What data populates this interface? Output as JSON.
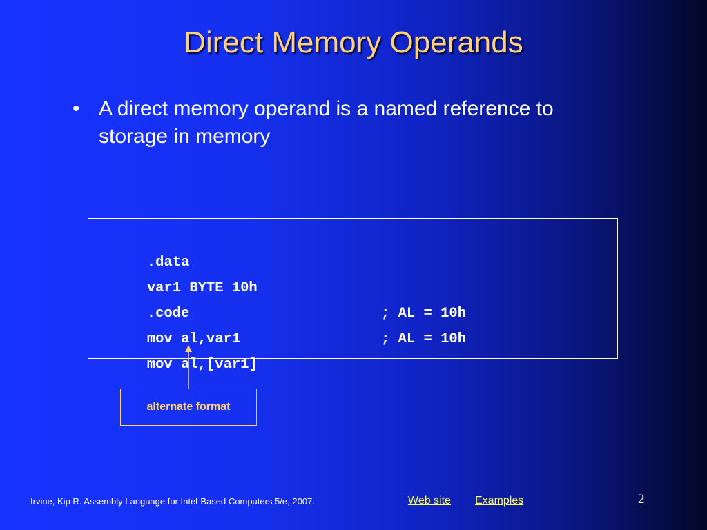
{
  "slide": {
    "title": "Direct Memory Operands",
    "bullets": [
      {
        "marker": "•",
        "lines": [
          "A direct memory operand is a named reference to",
          "storage in memory"
        ]
      }
    ],
    "code": [
      {
        "code": ".data",
        "comment": ""
      },
      {
        "code": "var1 BYTE 10h",
        "comment": ""
      },
      {
        "code": ".code",
        "comment": ""
      },
      {
        "code": "mov al,var1",
        "comment": "; AL = 10h"
      },
      {
        "code": "mov al,[var1]",
        "comment": "; AL = 10h"
      }
    ],
    "callout": "alternate format",
    "colors": {
      "title": "#ffd27a",
      "callout": "#ffd27a",
      "link": "#ffff55",
      "text": "#ffffff"
    }
  },
  "footer": {
    "citation": "Irvine, Kip R. Assembly Language for Intel-Based Computers 5/e, 2007.",
    "links": [
      "Web site",
      "Examples"
    ],
    "page_number": "2"
  }
}
